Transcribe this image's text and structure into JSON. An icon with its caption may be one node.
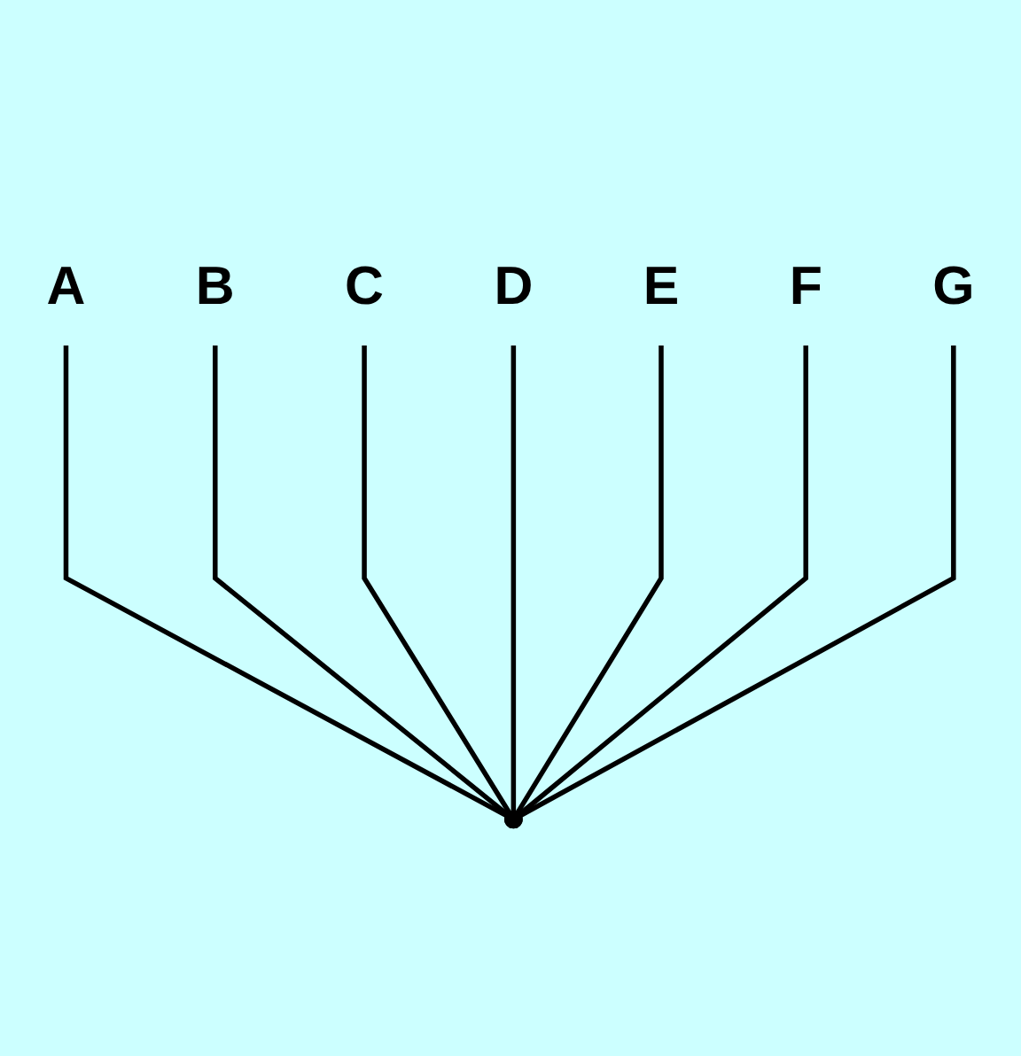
{
  "diagram": {
    "nodes": [
      {
        "text": [
          "A"
        ]
      },
      {
        "text": [
          "B"
        ]
      },
      {
        "text": [
          "C"
        ]
      },
      {
        "text": [
          "D"
        ]
      },
      {
        "text": [
          "E"
        ]
      },
      {
        "text": [
          "F"
        ]
      },
      {
        "text": [
          "G"
        ]
      },
      {
        "text": [],
        "shape": "point"
      }
    ],
    "edges": [
      {
        "from": 0,
        "to": 7,
        "arrow": "none"
      },
      {
        "from": 1,
        "to": 7,
        "arrow": "none"
      },
      {
        "from": 2,
        "to": 7,
        "arrow": "none"
      },
      {
        "from": 3,
        "to": 7,
        "arrow": "none"
      },
      {
        "from": 4,
        "to": 7,
        "arrow": "none"
      },
      {
        "from": 5,
        "to": 7,
        "arrow": "none"
      },
      {
        "from": 6,
        "to": 7,
        "arrow": "none"
      }
    ]
  }
}
